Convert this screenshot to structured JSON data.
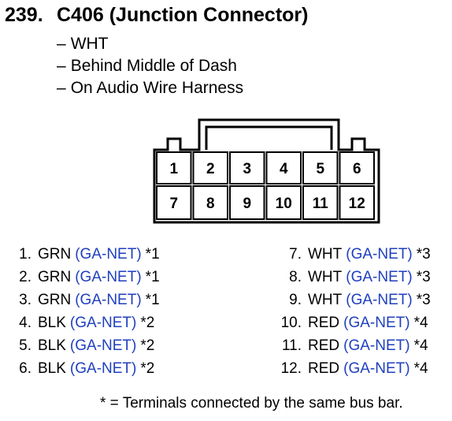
{
  "heading": {
    "number": "239.",
    "title": "C406 (Junction Connector)"
  },
  "description": [
    "WHT",
    "Behind Middle of Dash",
    "On Audio Wire Harness"
  ],
  "connector": {
    "row1": [
      "1",
      "2",
      "3",
      "4",
      "5",
      "6"
    ],
    "row2": [
      "7",
      "8",
      "9",
      "10",
      "11",
      "12"
    ]
  },
  "pins_left": [
    {
      "num": "1.",
      "color": "GRN",
      "net": "(GA-NET)",
      "note": "*1"
    },
    {
      "num": "2.",
      "color": "GRN",
      "net": "(GA-NET)",
      "note": "*1"
    },
    {
      "num": "3.",
      "color": "GRN",
      "net": "(GA-NET)",
      "note": "*1"
    },
    {
      "num": "4.",
      "color": "BLK",
      "net": "(GA-NET)",
      "note": "*2"
    },
    {
      "num": "5.",
      "color": "BLK",
      "net": "(GA-NET)",
      "note": "*2"
    },
    {
      "num": "6.",
      "color": "BLK",
      "net": "(GA-NET)",
      "note": "*2"
    }
  ],
  "pins_right": [
    {
      "num": "7.",
      "color": "WHT",
      "net": "(GA-NET)",
      "note": "*3"
    },
    {
      "num": "8.",
      "color": "WHT",
      "net": "(GA-NET)",
      "note": "*3"
    },
    {
      "num": "9.",
      "color": "WHT",
      "net": "(GA-NET)",
      "note": "*3"
    },
    {
      "num": "10.",
      "color": "RED",
      "net": "(GA-NET)",
      "note": "*4"
    },
    {
      "num": "11.",
      "color": "RED",
      "net": "(GA-NET)",
      "note": "*4"
    },
    {
      "num": "12.",
      "color": "RED",
      "net": "(GA-NET)",
      "note": "*4"
    }
  ],
  "footnote": "* = Terminals connected by the same bus bar.",
  "colors": {
    "net_text": "#1f3fbf",
    "line": "#000000"
  }
}
